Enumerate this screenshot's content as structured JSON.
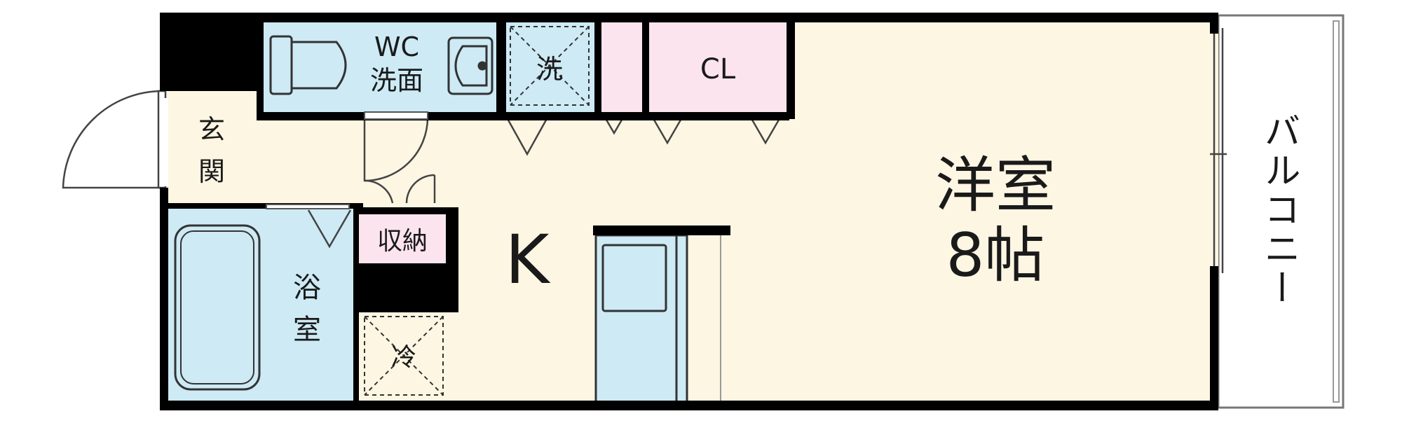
{
  "rooms": {
    "wc_washroom": {
      "line1": "WC",
      "line2": "洗面"
    },
    "laundry": {
      "label": "洗"
    },
    "closet": {
      "label": "CL"
    },
    "entrance": {
      "line1": "玄",
      "line2": "関"
    },
    "bath": {
      "line1": "浴",
      "line2": "室"
    },
    "storage": {
      "label": "収納"
    },
    "fridge": {
      "label": "冷"
    },
    "kitchen": {
      "label": "K"
    },
    "western_room": {
      "line1": "洋室",
      "line2": "8帖"
    },
    "balcony": {
      "label": "バルコニー"
    }
  },
  "colors": {
    "room_fill": "#fdf6e3",
    "water_fill": "#cdeaf5",
    "closet_fill": "#fce4ef",
    "wall": "#000000"
  }
}
